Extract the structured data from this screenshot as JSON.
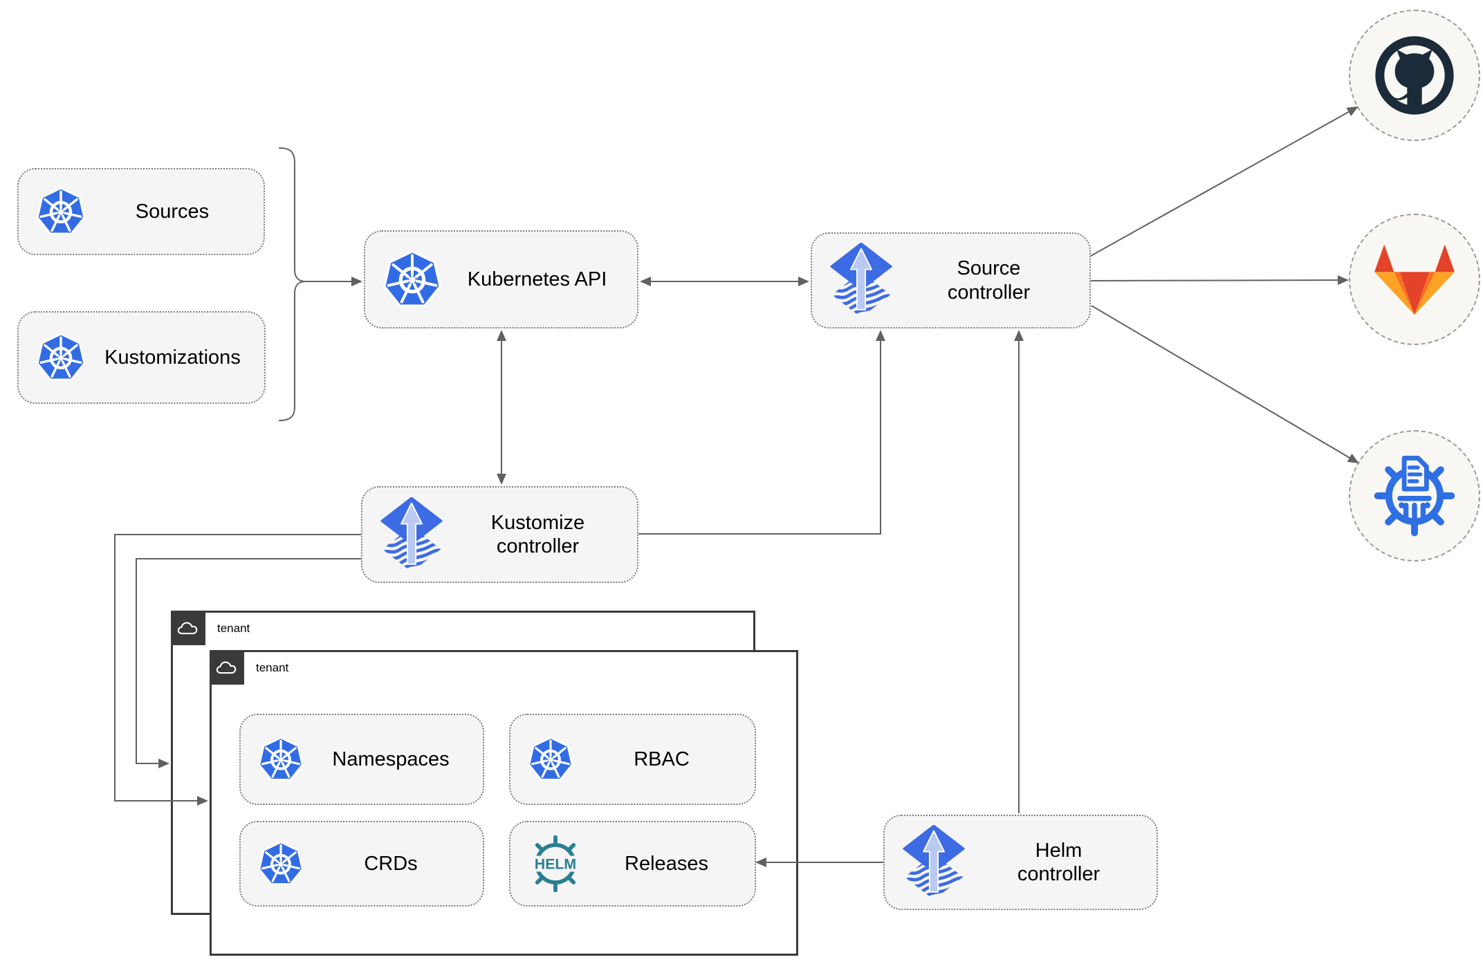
{
  "nodes": {
    "sources": {
      "label": "Sources"
    },
    "kustomizations": {
      "label": "Kustomizations"
    },
    "kubernetes_api": {
      "label": "Kubernetes API"
    },
    "source_controller": {
      "label": "Source\ncontroller"
    },
    "kustomize_controller": {
      "label": "Kustomize\ncontroller"
    },
    "helm_controller": {
      "label": "Helm\ncontroller"
    },
    "namespaces": {
      "label": "Namespaces"
    },
    "rbac": {
      "label": "RBAC"
    },
    "crds": {
      "label": "CRDs"
    },
    "releases": {
      "label": "Releases"
    }
  },
  "containers": {
    "outer_tenant": {
      "label": "tenant"
    },
    "inner_tenant": {
      "label": "tenant"
    }
  },
  "logos": {
    "helm_wordmark": "HELM",
    "icons": [
      "kubernetes-icon",
      "flux-icon",
      "helm-icon",
      "cloud-icon",
      "github-icon",
      "gitlab-icon",
      "helm-repository-icon",
      "grouping-bracket"
    ]
  },
  "colors": {
    "node_fill": "#f5f5f5",
    "node_border": "#7d7d7d",
    "connector": "#616161",
    "tenant_border": "#3a3a3a",
    "tenant_tab": "#3a3a3a",
    "repo_circle_fill": "#f8f7f3",
    "kubernetes_blue": "#326ce5",
    "flux_blue": "#3d6be3",
    "flux_arrow_light": "#b9c9f2",
    "helm_teal": "#2a7e92",
    "github_dark": "#1c2b3a",
    "gitlab_dark_orange": "#e24329",
    "gitlab_orange": "#fc6d26",
    "gitlab_light_orange": "#fca326",
    "helm_repository_blue": "#2f6fe4"
  }
}
